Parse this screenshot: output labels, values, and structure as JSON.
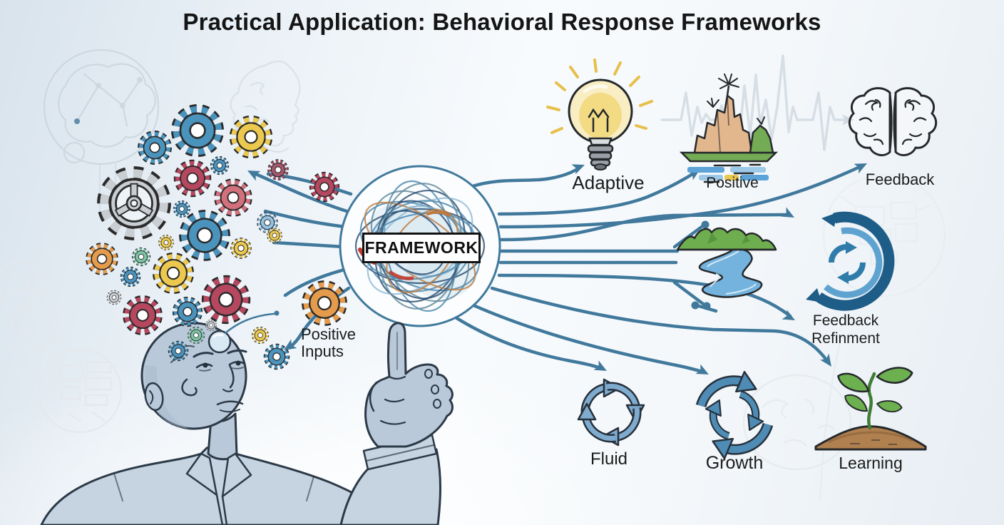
{
  "title": "Practical Application: Behavioral Response Frameworks",
  "framework": {
    "label": "FRAMEWORK"
  },
  "inputs": {
    "line1": "Positive",
    "line2": "Inputs"
  },
  "outputs": {
    "adaptive": {
      "label": "Adaptive",
      "icon": "lightbulb-icon"
    },
    "positive": {
      "label": "Positive",
      "icon": "island-icon"
    },
    "feedback": {
      "label": "Feedback",
      "icon": "brain-icon"
    },
    "refinement": {
      "line1": "Feedback",
      "line2": "Refinment",
      "icon": "swirl-icon"
    },
    "fluid": {
      "label": "Fluid",
      "icon": "cycle-arrows-icon"
    },
    "growth": {
      "label": "Growth",
      "icon": "growth-arrows-icon"
    },
    "learning": {
      "label": "Learning",
      "icon": "seedling-icon"
    }
  },
  "colors": {
    "title": "#151515",
    "label": "#1b1b1b",
    "line": "#41799c",
    "outline": "#2c3947",
    "boxBg": "#ffffff",
    "boxBorder": "#131313",
    "skin": "#b9c9da",
    "skinShadow": "#a3b8ca",
    "shirt": "#c6d4e2",
    "gearBlue": "#4a93bd",
    "gearYellow": "#ecc94e",
    "gearCrimson": "#b5475f",
    "gearSalmon": "#d2707c",
    "gearGray": "#c9ced3",
    "gearOrange": "#e59b4c",
    "gearTeal": "#7cc4a4",
    "gearLightblue": "#93c3e4",
    "gearMaroon": "#a2576d",
    "bulbGlass": "#f8edc3",
    "bulbGlow": "#f1d674",
    "bulbRay": "#e6c04a",
    "bulbBase": "#9aa0a6",
    "islandTan": "#e3b78d",
    "islandGreen": "#74ab55",
    "waterBlue": "#5ca3d8",
    "waterLight": "#9cc9e8",
    "sandYellow": "#e8c84f",
    "mountainGreen": "#6fae4e",
    "mountainDark": "#4e8a3a",
    "riverBlue": "#74b3de",
    "riverLine": "#d8ecf7",
    "swirlDark": "#1e5d88",
    "swirlMid": "#2f7cab",
    "swirlLight": "#5ea3cf",
    "fluidArrow": "#7fabcf",
    "growthArrow": "#4f8cb5",
    "leafGreen": "#6db04f",
    "stemGreen": "#3e7d33",
    "soilBrown": "#b0804f",
    "soilDark": "#8a5f38",
    "sketch": "#c9d4dd",
    "sketchFaint": "#e4e9ed",
    "scribbleNavy": "#27496d",
    "scribbleBlue": "#4a86ad",
    "scribbleLight": "#8db8d3",
    "scribbleTealGray": "#5f8799",
    "scribbleOrange": "#bf7a3d",
    "scribbleRed": "#c0392b"
  }
}
